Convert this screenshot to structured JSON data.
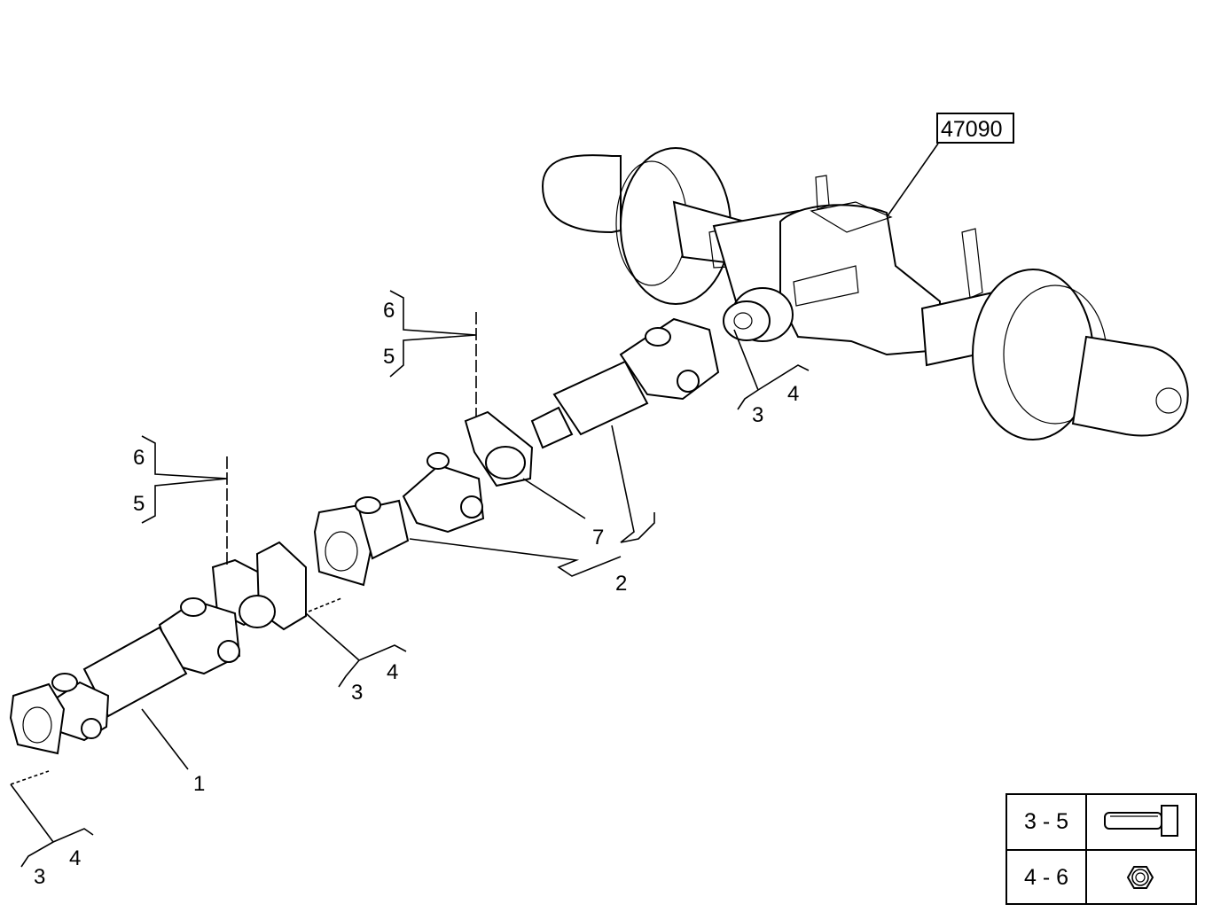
{
  "reference": {
    "code": "47090"
  },
  "callouts": {
    "c1": "1",
    "c2": "2",
    "c7": "7",
    "s6a": "6",
    "s5a": "5",
    "s6b": "6",
    "s5b": "5",
    "f3a": "3",
    "f4a": "4",
    "f3b": "3",
    "f4b": "4",
    "f3c": "3",
    "f4c": "4"
  },
  "legend": {
    "rows": [
      {
        "label": "3 - 5",
        "icon": "bolt-icon"
      },
      {
        "label": "4 - 6",
        "icon": "nut-icon"
      }
    ]
  }
}
